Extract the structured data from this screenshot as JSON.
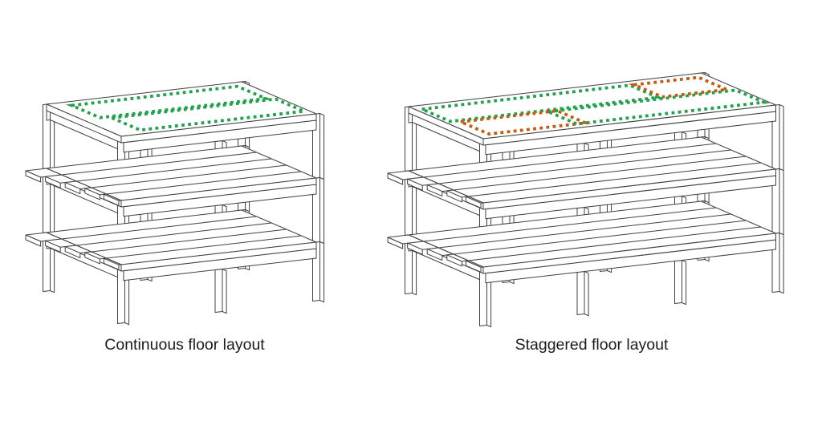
{
  "panels": [
    {
      "id": "continuous",
      "caption": "Continuous floor layout",
      "building": {
        "stories": 3,
        "bays_length": 2,
        "bays_depth": 1,
        "roof_panel_outlines": [
          {
            "color": "green",
            "row": "back",
            "from": 0.09,
            "to": 0.94
          },
          {
            "color": "green",
            "row": "front",
            "from": 0.135,
            "to": 0.975
          }
        ]
      }
    },
    {
      "id": "staggered",
      "caption": "Staggered floor layout",
      "building": {
        "stories": 3,
        "bays_length": 3,
        "bays_depth": 1,
        "roof_panel_outlines": [
          {
            "color": "green",
            "row": "back",
            "from": 0.02,
            "to": 0.73
          },
          {
            "color": "orange",
            "row": "back",
            "from": 0.745,
            "to": 0.965
          },
          {
            "color": "orange",
            "row": "front",
            "from": 0.045,
            "to": 0.375
          },
          {
            "color": "green",
            "row": "front",
            "from": 0.345,
            "to": 0.985
          }
        ]
      }
    }
  ],
  "colors": {
    "green": "#22A14E",
    "orange": "#C55A11",
    "line": "#404040",
    "text": "#1C1C1C",
    "background": "#FFFFFF"
  }
}
